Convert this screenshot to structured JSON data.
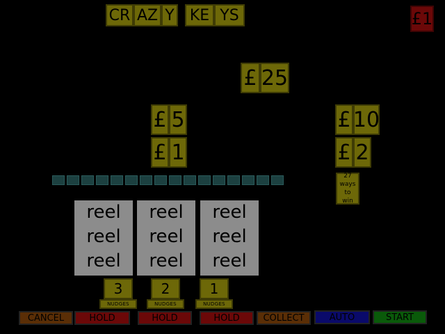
{
  "title_tiles": [
    "CR",
    "AZ",
    "Y",
    "KE",
    "YS"
  ],
  "stake": "£1",
  "prizes": {
    "top": {
      "currency": "£",
      "amount": "25"
    },
    "left_upper": {
      "currency": "£",
      "amount": "5"
    },
    "left_lower": {
      "currency": "£",
      "amount": "1"
    },
    "right_upper": {
      "currency": "£",
      "amount": "10"
    },
    "right_lower": {
      "currency": "£",
      "amount": "2"
    }
  },
  "ways_text": [
    "27 ways",
    "to",
    "win"
  ],
  "reels": [
    {
      "lines": [
        "reel",
        "reel",
        "reel"
      ]
    },
    {
      "lines": [
        "reel",
        "reel",
        "reel"
      ]
    },
    {
      "lines": [
        "reel",
        "reel",
        "reel"
      ]
    }
  ],
  "nudges": [
    {
      "count": "3",
      "label": "NUDGES"
    },
    {
      "count": "2",
      "label": "NUDGES"
    },
    {
      "count": "1",
      "label": "NUDGES"
    }
  ],
  "buttons": {
    "cancel": "CANCEL",
    "hold1": "HOLD",
    "hold2": "HOLD",
    "hold3": "HOLD",
    "collect": "COLLECT",
    "auto": "AUTO",
    "start": "START"
  },
  "colors": {
    "olive": "#6d6808",
    "red": "#6b0808",
    "reel_bg": "#8c8c8c",
    "cancel": "#5a2e06",
    "hold": "#6b0808",
    "collect": "#5a2e06",
    "auto": "#0a0a6a",
    "start": "#0a5a0a"
  }
}
